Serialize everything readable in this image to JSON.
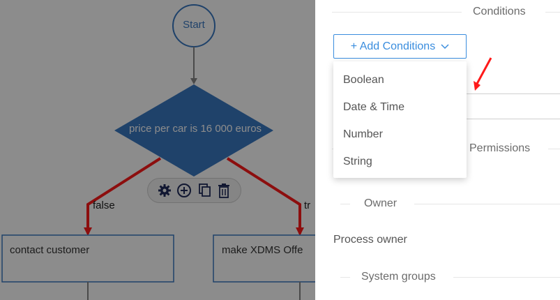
{
  "flow": {
    "start_label": "Start",
    "decision_label": "price per car is 16 000 euros",
    "edge_false": "false",
    "edge_true": "tr",
    "box_left": "contact customer",
    "box_right": "make XDMS Offe",
    "toolbar_icons": [
      "gear-icon",
      "plus-circle-icon",
      "copy-icon",
      "trash-icon"
    ]
  },
  "panel": {
    "conditions_title": "Conditions",
    "add_conditions_label": "+ Add Conditions",
    "condition_types": [
      "Boolean",
      "Date & Time",
      "Number",
      "String"
    ],
    "permissions_title": "Permissions",
    "owner_title": "Owner",
    "process_owner_label": "Process owner",
    "system_groups_title": "System groups"
  },
  "colors": {
    "accent": "#3a8dde",
    "node_blue": "#3a78c2",
    "annotation_red": "#ff1a1a"
  }
}
